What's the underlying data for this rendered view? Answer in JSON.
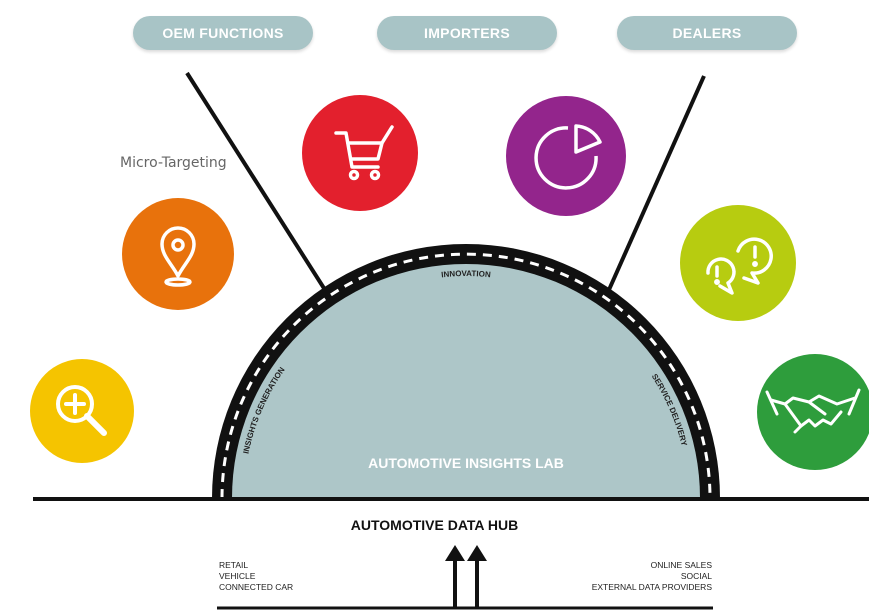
{
  "top_pills": [
    "OEM FUNCTIONS",
    "IMPORTERS",
    "DEALERS"
  ],
  "caption": "Micro-Targeting",
  "dome": {
    "title": "AUTOMOTIVE INSIGHTS LAB",
    "arc_labels": [
      "INSIGHTS GENERATION",
      "INNOVATION",
      "SERVICE DELIVERY"
    ]
  },
  "hub": {
    "title": "AUTOMOTIVE DATA HUB",
    "sources_left": [
      "RETAIL",
      "VEHICLE",
      "CONNECTED CAR"
    ],
    "sources_right": [
      "ONLINE SALES",
      "SOCIAL",
      "EXTERNAL DATA PROVIDERS"
    ]
  },
  "circles": [
    {
      "icon": "magnifier-plus-icon",
      "color": "#f5c400"
    },
    {
      "icon": "location-pin-icon",
      "color": "#e8720c"
    },
    {
      "icon": "shopping-cart-icon",
      "color": "#e3202d"
    },
    {
      "icon": "pie-chart-icon",
      "color": "#93258c"
    },
    {
      "icon": "speech-bubbles-icon",
      "color": "#b7cc10"
    },
    {
      "icon": "handshake-icon",
      "color": "#2e9d3c"
    }
  ],
  "colors": {
    "pill": "#a8c4c6",
    "dome": "#adc6c8",
    "ring": "#111111"
  }
}
